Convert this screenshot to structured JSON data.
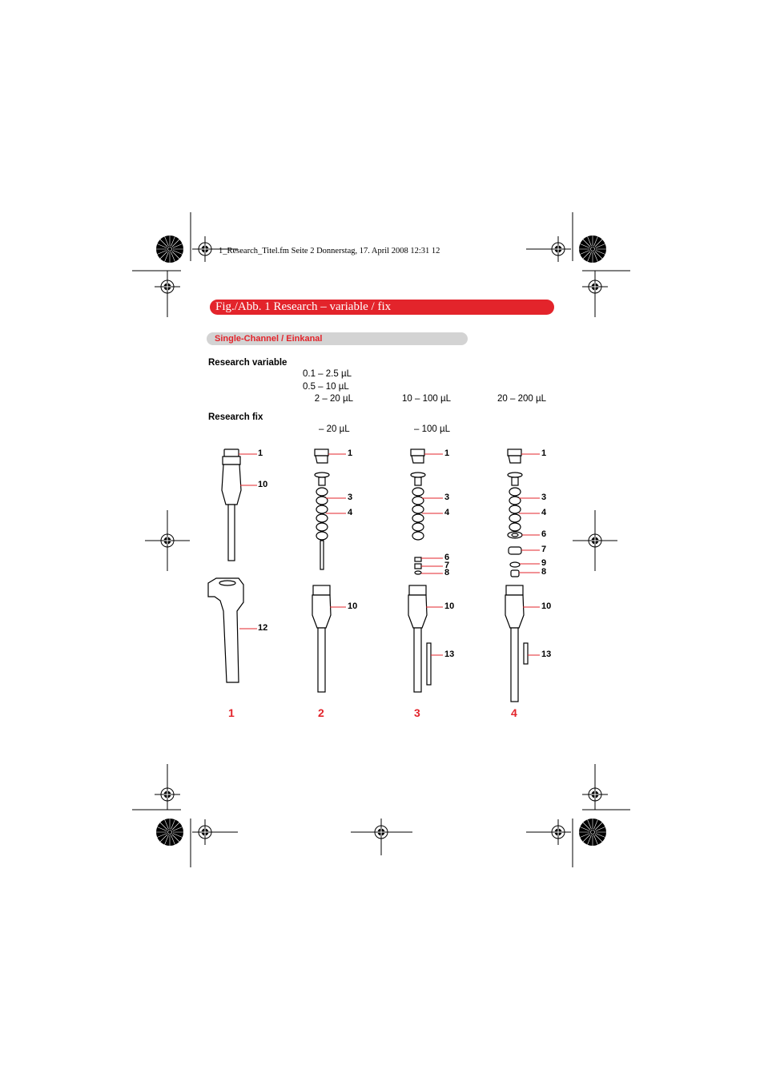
{
  "file_header": "1_Research_Titel.fm  Seite 2  Donnerstag, 17. April 2008  12:31 12",
  "figure_title": "Fig./Abb. 1  Research – variable / fix",
  "section_title": "Single-Channel / Einkanal",
  "research_variable": {
    "label": "Research variable",
    "volumes": [
      "0.1 – 2.5 µL",
      "0.5 –  10 µL",
      "2 –  20 µL",
      "10 – 100 µL",
      "20 – 200 µL"
    ]
  },
  "research_fix": {
    "label": "Research fix",
    "volumes": [
      "– 20 µL",
      "– 100 µL"
    ]
  },
  "figures": {
    "one": {
      "number": "1",
      "parts": [
        "1",
        "10",
        "12"
      ]
    },
    "two": {
      "number": "2",
      "parts": [
        "1",
        "3",
        "4",
        "10"
      ]
    },
    "three": {
      "number": "3",
      "parts": [
        "1",
        "3",
        "4",
        "6",
        "7",
        "8",
        "10",
        "13"
      ]
    },
    "four": {
      "number": "4",
      "parts": [
        "1",
        "3",
        "4",
        "6",
        "7",
        "9",
        "8",
        "10",
        "13"
      ]
    }
  },
  "colors": {
    "accent": "#e3242b",
    "section_bar": "#d3d3d3",
    "text": "#000000"
  }
}
